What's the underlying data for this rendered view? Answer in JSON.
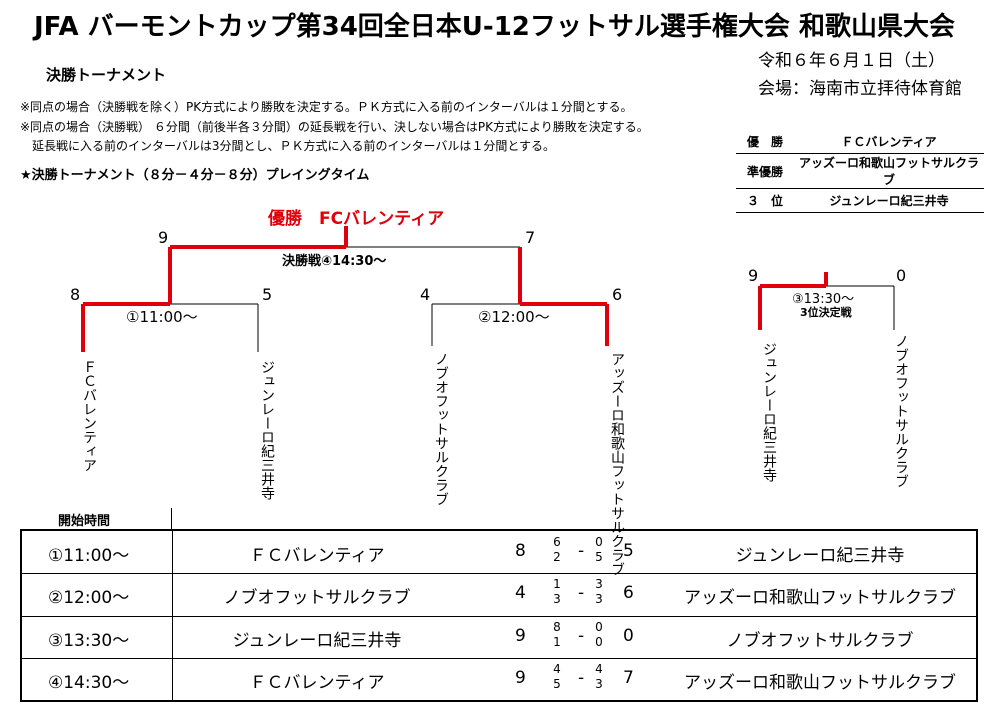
{
  "header": {
    "title": "JFA バーモントカップ第34回全日本U-12フットサル選手権大会 和歌山県大会",
    "date": "令和６年６月１日（土）",
    "venue": "会場：海南市立拝待体育館",
    "subtitle": "決勝トーナメント"
  },
  "notes": [
    "※同点の場合（決勝戦を除く）PK方式により勝敗を決定する。ＰＫ方式に入る前のインターバルは１分間とする。",
    "※同点の場合（決勝戦） ６分間（前後半各３分間）の延長戦を行い、決しない場合はPK方式により勝敗を決定する。",
    "延長戦に入る前のインターバルは3分間とし、ＰＫ方式に入る前のインターバルは１分間とする。"
  ],
  "playtime": "★決勝トーナメント（８分－４分－８分）プレイングタイム",
  "results": [
    {
      "rank": "優　勝",
      "team": "ＦＣバレンティア"
    },
    {
      "rank": "準優勝",
      "team": "アッズーロ和歌山フットサルクラブ"
    },
    {
      "rank": "３　位",
      "team": "ジュンレーロ紀三井寺"
    }
  ],
  "bracket": {
    "champion": "優勝　FCバレンティア",
    "final_label": "決勝戦④14:30～",
    "semi1_label": "①11:00～",
    "semi2_label": "②12:00～",
    "third_label": "③13:30～",
    "third_title": "3位決定戦",
    "scores": {
      "final_left": "9",
      "final_right": "7",
      "semi1_left": "8",
      "semi1_right": "5",
      "semi2_left": "4",
      "semi2_right": "6",
      "third_left": "9",
      "third_right": "0"
    },
    "teams": {
      "t1": "ＦＣバレンティア",
      "t2": "ジュンレーロ紀三井寺",
      "t3": "ノブオフットサルクラブ",
      "t4": "アッズーロ和歌山フットサルクラブ",
      "t5": "ジュンレーロ紀三井寺",
      "t6": "ノブオフットサルクラブ"
    },
    "accent_color": "#e0000b"
  },
  "schedule": {
    "header": "開始時間",
    "rows": [
      {
        "time": "①11:00～",
        "home": "ＦＣバレンティア",
        "hs": "8",
        "h1": "6",
        "h2": "2",
        "a1": "0",
        "a2": "5",
        "as": "5",
        "away": "ジュンレーロ紀三井寺"
      },
      {
        "time": "②12:00～",
        "home": "ノブオフットサルクラブ",
        "hs": "4",
        "h1": "1",
        "h2": "3",
        "a1": "3",
        "a2": "3",
        "as": "6",
        "away": "アッズーロ和歌山フットサルクラブ"
      },
      {
        "time": "③13:30～",
        "home": "ジュンレーロ紀三井寺",
        "hs": "9",
        "h1": "8",
        "h2": "1",
        "a1": "0",
        "a2": "0",
        "as": "0",
        "away": "ノブオフットサルクラブ"
      },
      {
        "time": "④14:30～",
        "home": "ＦＣバレンティア",
        "hs": "9",
        "h1": "4",
        "h2": "5",
        "a1": "4",
        "a2": "3",
        "as": "7",
        "away": "アッズーロ和歌山フットサルクラブ"
      }
    ],
    "dash": "-"
  }
}
